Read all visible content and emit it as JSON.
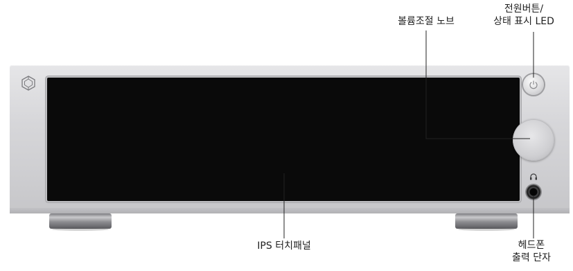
{
  "callouts": {
    "volume_knob": "볼륨조절 노브",
    "power_button_line1": "전원버튼/",
    "power_button_line2": "상태 표시 LED",
    "touch_panel": "IPS 터치패널",
    "headphone_line1": "헤드폰",
    "headphone_line2": "출력 단자"
  },
  "colors": {
    "chassis": "#d6d6d9",
    "screen": "#0a0a0a",
    "callout_line": "#222222"
  }
}
